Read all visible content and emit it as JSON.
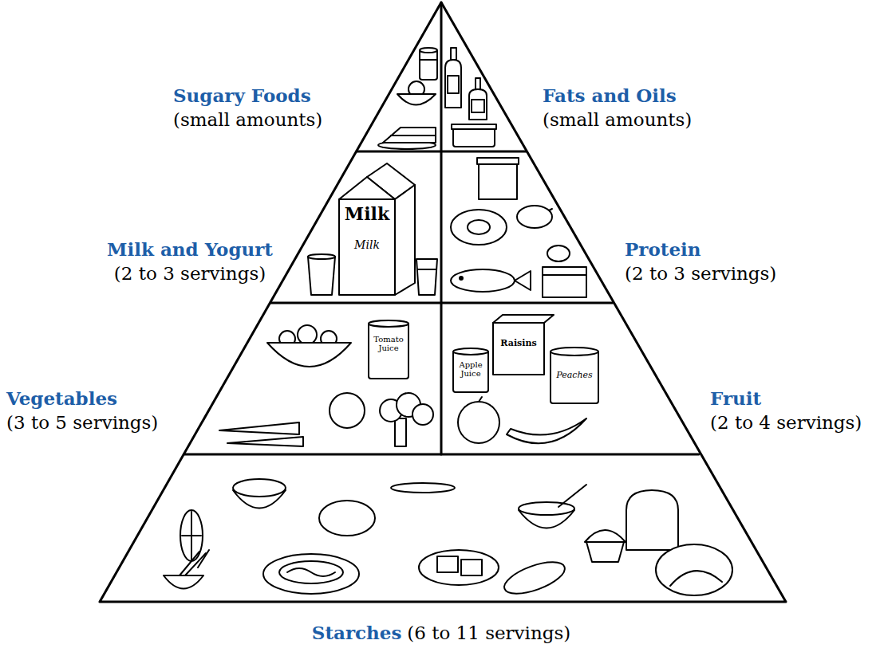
{
  "diagram": {
    "nodes": [
      {
        "text": [
          "Sugary Foods",
          "(small amounts)"
        ]
      },
      {
        "text": [
          "Fats and Oils",
          "(small amounts)"
        ]
      },
      {
        "text": [
          "Milk and Yogurt",
          "(2 to 3 servings)"
        ]
      },
      {
        "text": [
          "Protein",
          "(2 to 3 servings)"
        ]
      },
      {
        "text": [
          "Vegetables",
          "(3 to 5 servings)"
        ]
      },
      {
        "text": [
          "Fruit",
          "(2 to 4 servings)"
        ]
      },
      {
        "text": [
          "Starches",
          "(6 to 11 servings)"
        ]
      }
    ],
    "labels": [
      "Milk",
      "Milk",
      "Tomato Juice",
      "Apple Juice",
      "Raisins",
      "Peaches"
    ]
  }
}
